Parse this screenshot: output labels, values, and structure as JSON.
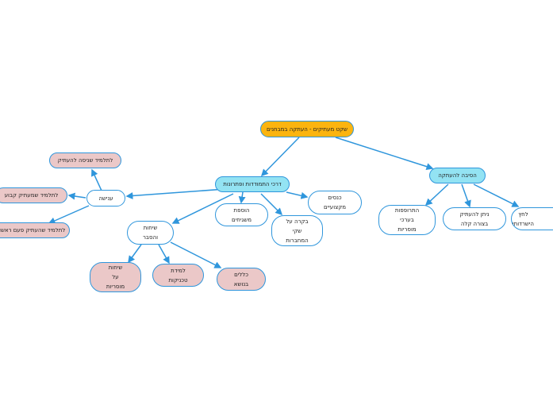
{
  "root": "שקט מעתיקים - העתקה במבחנים",
  "solutions": {
    "label": "דרכי התמודדות ופתרונות",
    "children": [
      "כנסים\nמקצועיים",
      "הוספת\nמשגיחים",
      "בקרה על\nשקי\nהמחברות"
    ],
    "punishment": {
      "label": "ענישה",
      "children": [
        "לתלמיד שניסה להעתיק",
        "לתלמיד שמעתיק קבוע",
        "לתלמיד שהעתיק פעם ראשונה"
      ]
    },
    "talks": {
      "label": "שיחות\nוהסבר",
      "children": [
        "שיחות\nעל\nמוסריות",
        "למידת\nטכניקות",
        "כללים\nבנושא"
      ]
    }
  },
  "reason": {
    "label": "הסיבה להעתקה",
    "children": [
      "התרופפות\nבערכי\nמוסריות",
      "ניתן להעתיק\nבצורה קלה",
      "לחץ\nהישרדותי"
    ]
  },
  "colors": {
    "root": "#fbb40f",
    "main": "#93e3f3",
    "leaf": "#ebc8c8",
    "line": "#2f96dc"
  }
}
